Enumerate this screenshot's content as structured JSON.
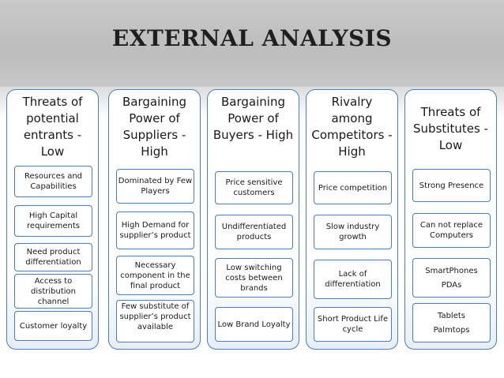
{
  "slide": {
    "title": "EXTERNAL ANALYSIS",
    "accent_color": "#4a7fb8",
    "columns": [
      {
        "heading": "Threats of potential entrants - Low",
        "items": [
          "Resources and Capabilities",
          "High Capital requirements",
          "Need product differentiation",
          "Access to distribution channel",
          "Customer loyalty"
        ]
      },
      {
        "heading": "Bargaining Power of Suppliers - High",
        "items": [
          "Dominated by Few Players",
          "High Demand for supplier’s product",
          "Necessary component in the final product",
          "Few substitute of supplier’s product available"
        ]
      },
      {
        "heading": "Bargaining Power of Buyers - High",
        "items": [
          "Price sensitive customers",
          "Undifferentiated products",
          "Low switching costs between brands",
          "Low Brand Loyalty"
        ]
      },
      {
        "heading": "Rivalry among Competitors - High",
        "items": [
          "Price competition",
          "Slow industry growth",
          "Lack of differentiation",
          "Short Product Life cycle"
        ]
      },
      {
        "heading": "Threats of Substitutes - Low",
        "items": [
          "Strong Presence",
          "Can not replace Computers",
          "SmartPhones",
          "PDAs",
          "Tablets",
          "Palmtops"
        ]
      }
    ]
  }
}
